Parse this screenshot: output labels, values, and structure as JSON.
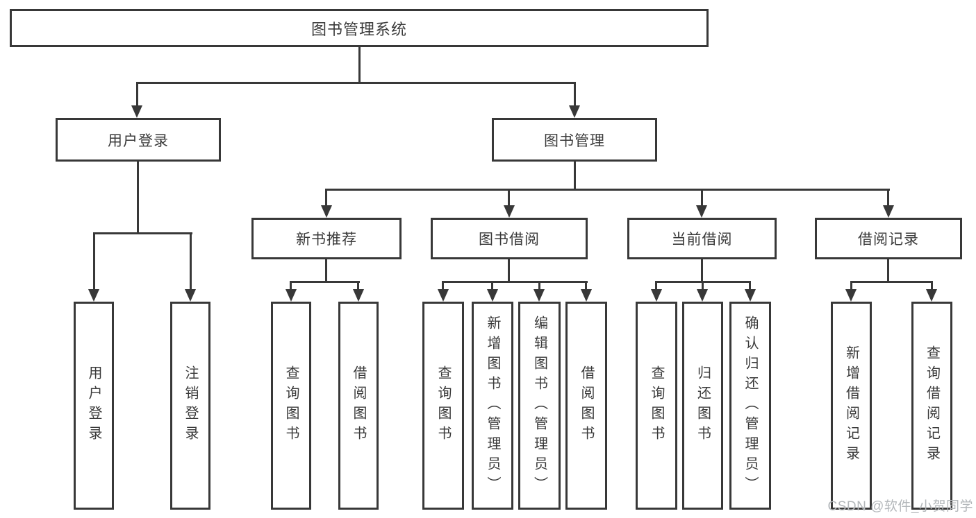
{
  "diagram": {
    "root": {
      "label": "图书管理系统"
    },
    "branches": [
      {
        "label": "用户登录",
        "children": [
          {
            "label": "用户登录"
          },
          {
            "label": "注销登录"
          }
        ]
      },
      {
        "label": "图书管理",
        "children": [
          {
            "label": "新书推荐",
            "children": [
              {
                "label": "查询图书"
              },
              {
                "label": "借阅图书"
              }
            ]
          },
          {
            "label": "图书借阅",
            "children": [
              {
                "label": "查询图书"
              },
              {
                "label": "新增图书（管理员）"
              },
              {
                "label": "编辑图书（管理员）"
              },
              {
                "label": "借阅图书"
              }
            ]
          },
          {
            "label": "当前借阅",
            "children": [
              {
                "label": "查询图书"
              },
              {
                "label": "归还图书"
              },
              {
                "label": "确认归还（管理员）"
              }
            ]
          },
          {
            "label": "借阅记录",
            "children": [
              {
                "label": "新增借阅记录"
              },
              {
                "label": "查询借阅记录"
              }
            ]
          }
        ]
      }
    ]
  },
  "watermark": {
    "text": "CSDN @软件_小贺同学"
  },
  "colors": {
    "line": "#383838",
    "text": "#3a3a3a",
    "watermark": "#b3b7ba",
    "background": "#ffffff"
  }
}
